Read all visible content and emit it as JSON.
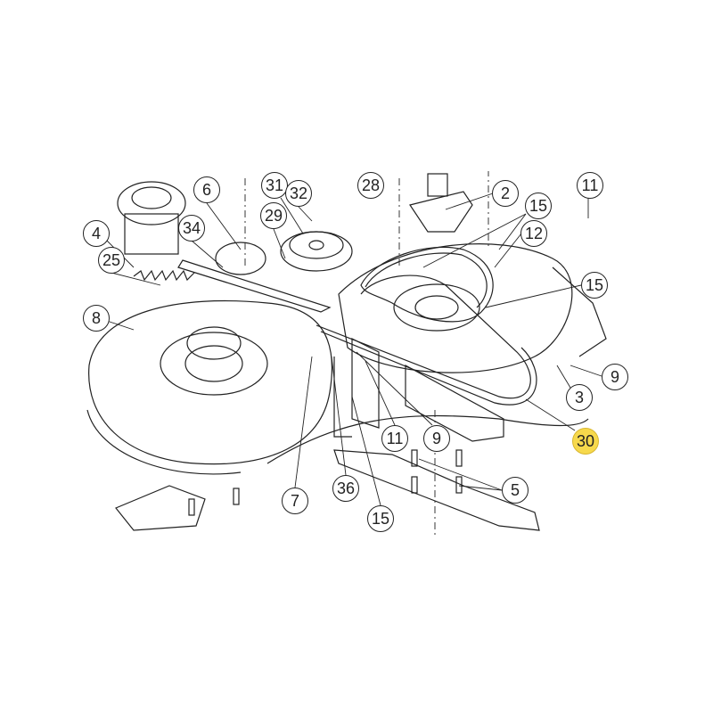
{
  "diagram": {
    "title": "Mower deck parts diagram",
    "highlight_color": "#f7d94c",
    "callouts": [
      {
        "id": "c6",
        "label": "6"
      },
      {
        "id": "c31",
        "label": "31"
      },
      {
        "id": "c32",
        "label": "32"
      },
      {
        "id": "c29",
        "label": "29"
      },
      {
        "id": "c34",
        "label": "34"
      },
      {
        "id": "c25",
        "label": "25"
      },
      {
        "id": "c2",
        "label": "2"
      },
      {
        "id": "c15a",
        "label": "15"
      },
      {
        "id": "c12",
        "label": "12"
      },
      {
        "id": "c15b",
        "label": "15"
      },
      {
        "id": "c9a",
        "label": "9"
      },
      {
        "id": "c3",
        "label": "3"
      },
      {
        "id": "c30",
        "label": "30",
        "highlighted": true
      },
      {
        "id": "c11",
        "label": "11"
      },
      {
        "id": "c9b",
        "label": "9"
      },
      {
        "id": "c5",
        "label": "5"
      },
      {
        "id": "c7",
        "label": "7"
      },
      {
        "id": "c36",
        "label": "36"
      },
      {
        "id": "c15c",
        "label": "15"
      },
      {
        "id": "c4",
        "label": "4"
      },
      {
        "id": "c8",
        "label": "8"
      },
      {
        "id": "c11top",
        "label": "11"
      },
      {
        "id": "c28",
        "label": "28"
      }
    ]
  }
}
